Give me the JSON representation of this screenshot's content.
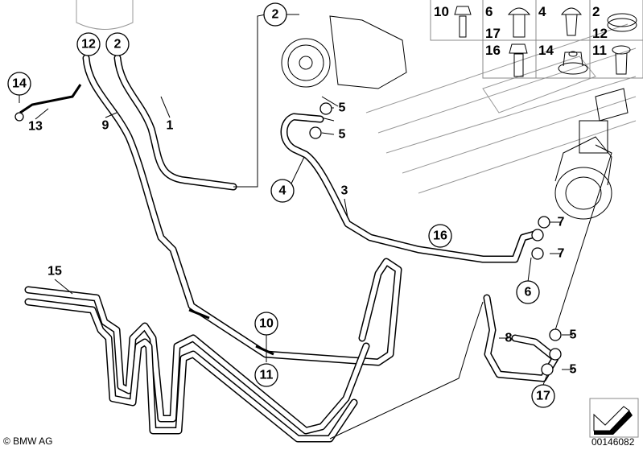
{
  "diagram": {
    "circled_callouts": [
      "14",
      "12",
      "2",
      "2",
      "4",
      "16",
      "6",
      "10",
      "11",
      "17"
    ],
    "ring_callouts": [
      "5",
      "5",
      "7",
      "7",
      "5",
      "5"
    ],
    "plain_callouts": [
      "13",
      "9",
      "1",
      "3",
      "15",
      "8"
    ]
  },
  "legend": {
    "cells": [
      {
        "labels": [
          "10"
        ]
      },
      {
        "labels": [
          "6",
          "17"
        ]
      },
      {
        "labels": [
          "4"
        ]
      },
      {
        "labels": [
          "2",
          "12"
        ]
      },
      {
        "labels": [
          "16"
        ]
      },
      {
        "labels": [
          "14"
        ]
      },
      {
        "labels": [
          "11"
        ]
      }
    ]
  },
  "footer": {
    "copyright": "© BMW AG",
    "diagram_number": "00146082"
  }
}
